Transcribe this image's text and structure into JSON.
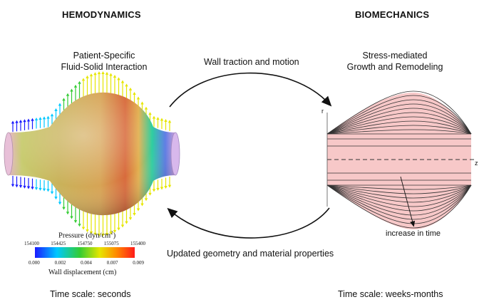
{
  "left_panel": {
    "heading": "HEMODYNAMICS",
    "subtitle_line1": "Patient-Specific",
    "subtitle_line2": "Fluid-Solid Interaction",
    "time_scale": "Time scale: seconds"
  },
  "right_panel": {
    "heading": "BIOMECHANICS",
    "subtitle_line1": "Stress-mediated",
    "subtitle_line2": "Growth and Remodeling",
    "time_scale": "Time scale: weeks-months",
    "axis_r": "r",
    "axis_z": "z",
    "annotation": "increase in time"
  },
  "arrows": {
    "top_label": "Wall traction and motion",
    "bottom_label": "Updated geometry and material properties"
  },
  "colorbar": {
    "title": "Pressure (dyn/cm",
    "title_sup": "2",
    "title_close": ")",
    "top_ticks": [
      "154100",
      "154425",
      "154750",
      "155075",
      "155400"
    ],
    "bottom_ticks": [
      "0.000",
      "0.002",
      "0.004",
      "0.007",
      "0.009"
    ],
    "bottom_title": "Wall displacement (cm)",
    "colors": [
      "#1a1aff",
      "#00c8ff",
      "#33cc33",
      "#e6e600",
      "#ff8800",
      "#ff1a1a"
    ]
  }
}
